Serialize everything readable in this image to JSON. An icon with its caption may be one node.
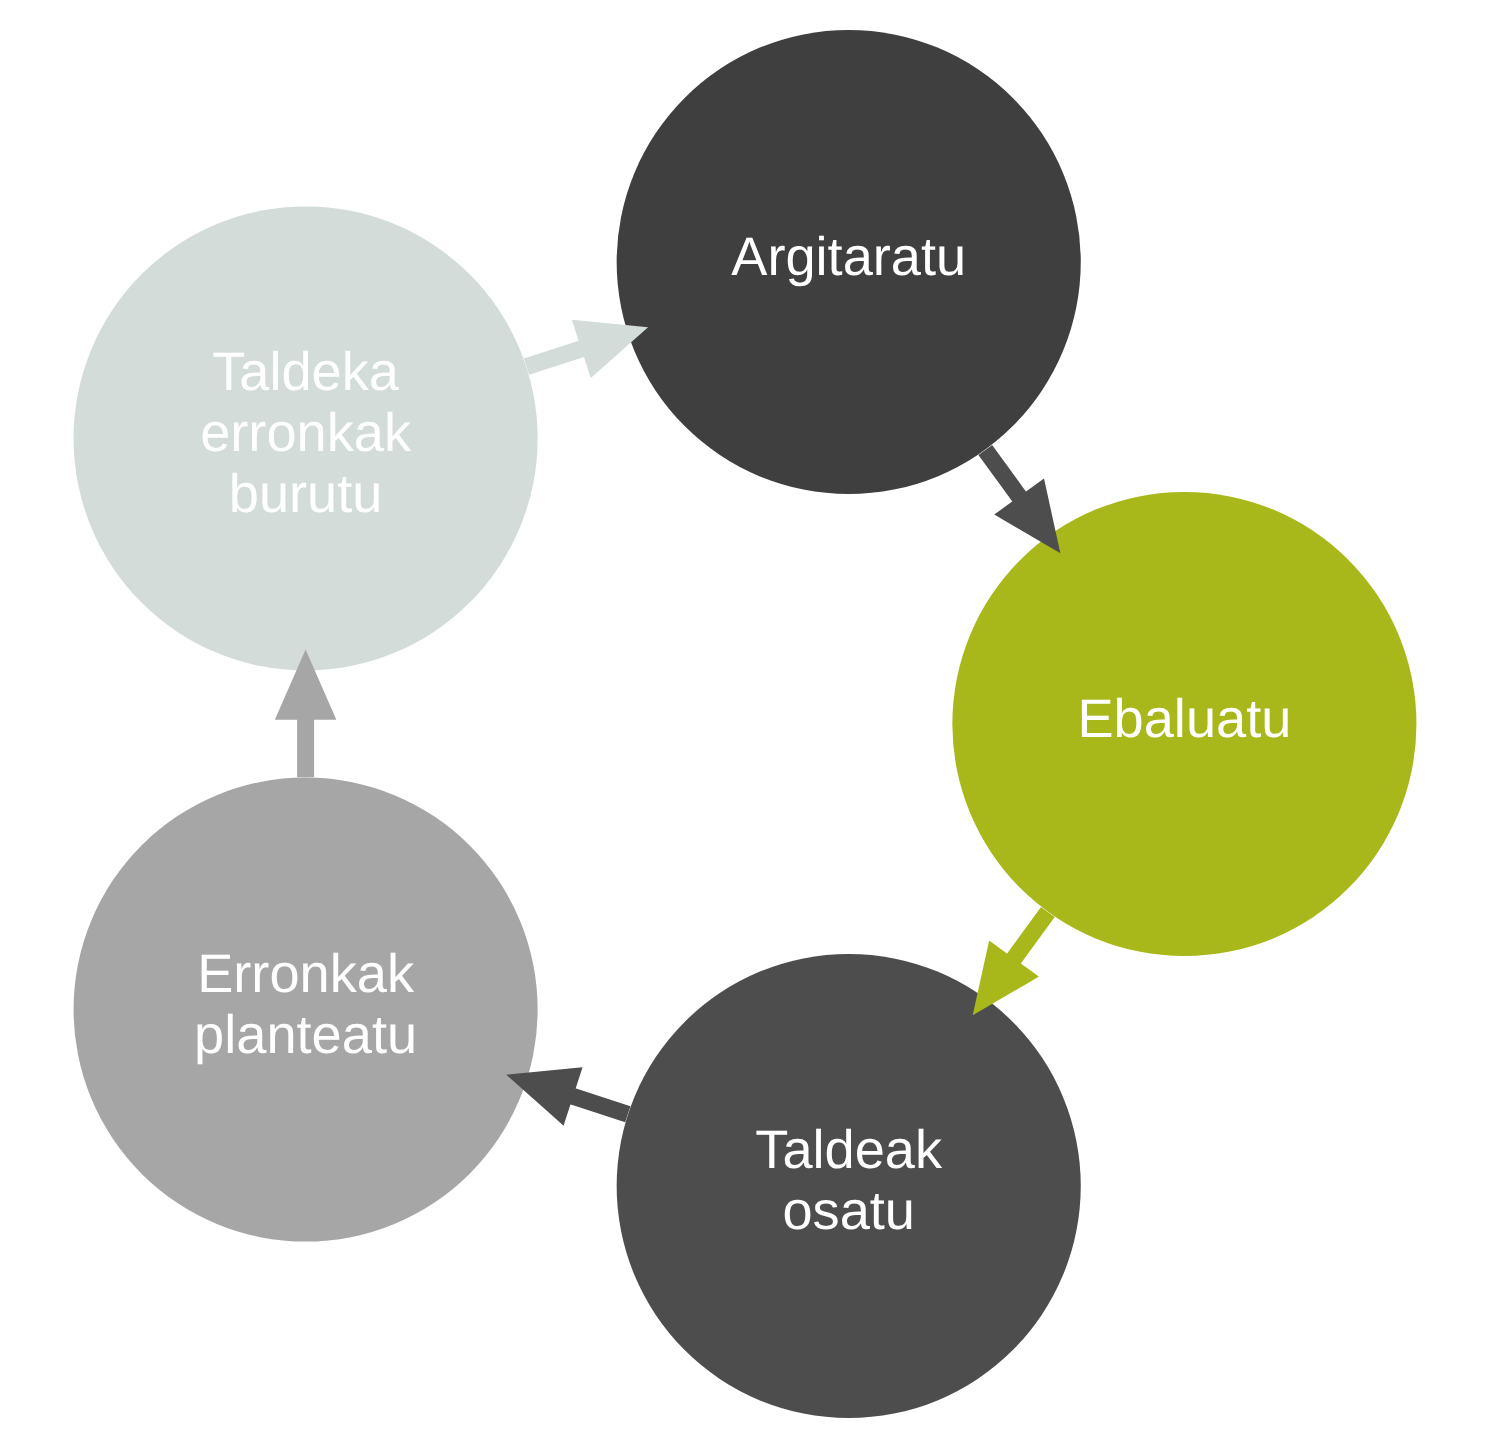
{
  "diagram": {
    "nodes": [
      {
        "text": [
          "Taldeak osatu"
        ]
      },
      {
        "text": [
          "Erronkak planteatu"
        ]
      },
      {
        "text": [
          "Taldeka erronkak burutu"
        ]
      },
      {
        "text": [
          "Argitaratu"
        ]
      },
      {
        "text": [
          "Ebaluatu"
        ]
      }
    ],
    "edges": [
      {
        "from": 0,
        "to": 1,
        "arrow": "to",
        "color": "#4d4d4d"
      },
      {
        "from": 1,
        "to": 2,
        "arrow": "to",
        "color": "#a6a6a6"
      },
      {
        "from": 2,
        "to": 3,
        "arrow": "to",
        "color": "#d3dcd9"
      },
      {
        "from": 3,
        "to": 4,
        "arrow": "to",
        "color": "#4d4d4d"
      },
      {
        "from": 4,
        "to": 0,
        "arrow": "to",
        "color": "#a8b81a"
      }
    ]
  }
}
